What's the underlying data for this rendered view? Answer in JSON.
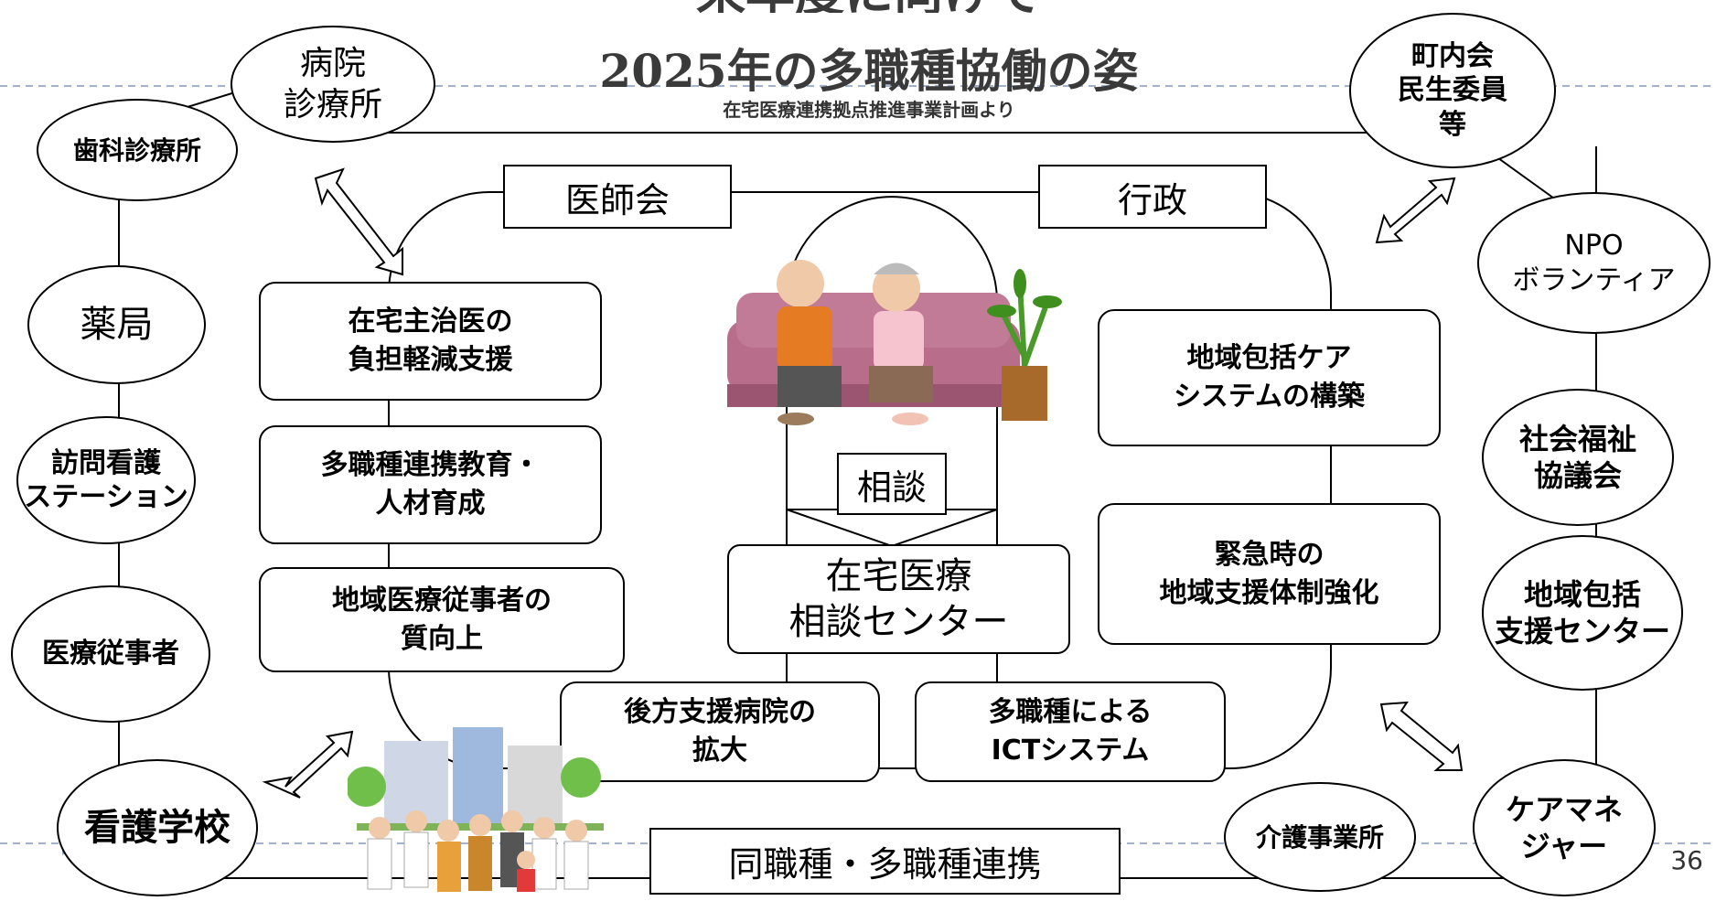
{
  "title": {
    "top": "来年度に向けて",
    "main": "2025年の多職種協働の姿",
    "sub": "在宅医療連携拠点推進事業計画より"
  },
  "left_nodes": {
    "hospital": "病院\n診療所",
    "dental": "歯科診療所",
    "pharmacy": "薬局",
    "nursing_station": "訪問看護\nステーション",
    "medical_staff": "医療従事者",
    "nursing_school": "看護学校"
  },
  "right_nodes": {
    "neighborhood": "町内会\n民生委員\n等",
    "npo": "NPO\nボランティア",
    "social_welfare": "社会福祉\n協議会",
    "support_center": "地域包括\n支援センター",
    "care_manager": "ケアマネ\nジャー",
    "care_office": "介護事業所"
  },
  "labels": {
    "ishikai": "医師会",
    "gyosei": "行政",
    "soudan": "相談",
    "bottom_link": "同職種・多職種連携"
  },
  "left_boxes": [
    "在宅主治医の\n負担軽減支援",
    "多職種連携教育・\n人材育成",
    "地域医療従事者の\n質向上"
  ],
  "right_boxes": [
    "地域包括ケア\nシステムの構築",
    "緊急時の\n地域支援体制強化"
  ],
  "bottom_boxes": [
    "後方支援病院の\n拡大",
    "多職種による\nICTシステム"
  ],
  "center": "在宅医療\n相談センター",
  "page_number": "36"
}
